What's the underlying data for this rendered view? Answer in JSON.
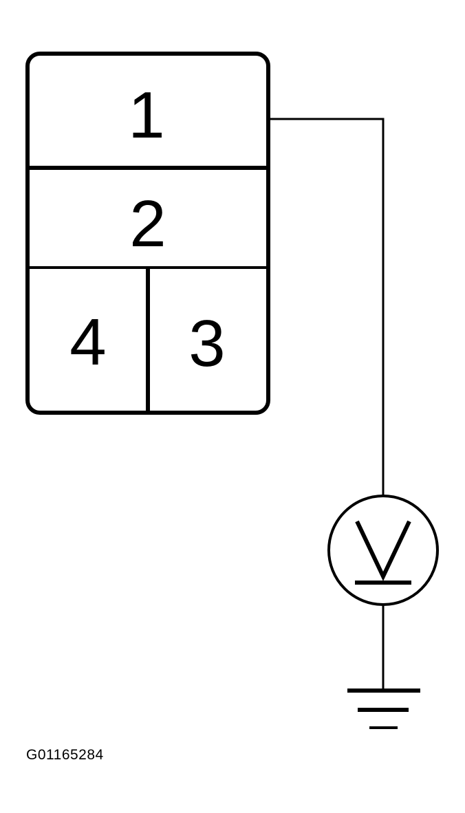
{
  "connector": {
    "pins": [
      {
        "number": "1"
      },
      {
        "number": "2"
      },
      {
        "number": "4"
      },
      {
        "number": "3"
      }
    ],
    "wired_pin": "1"
  },
  "meter": {
    "symbol": "V",
    "icon": "voltmeter-icon",
    "meaning": "DC voltmeter"
  },
  "ground": {
    "icon": "ground-icon"
  },
  "figure": {
    "id": "G01165284"
  },
  "colors": {
    "line": "#000000",
    "background": "#ffffff"
  }
}
